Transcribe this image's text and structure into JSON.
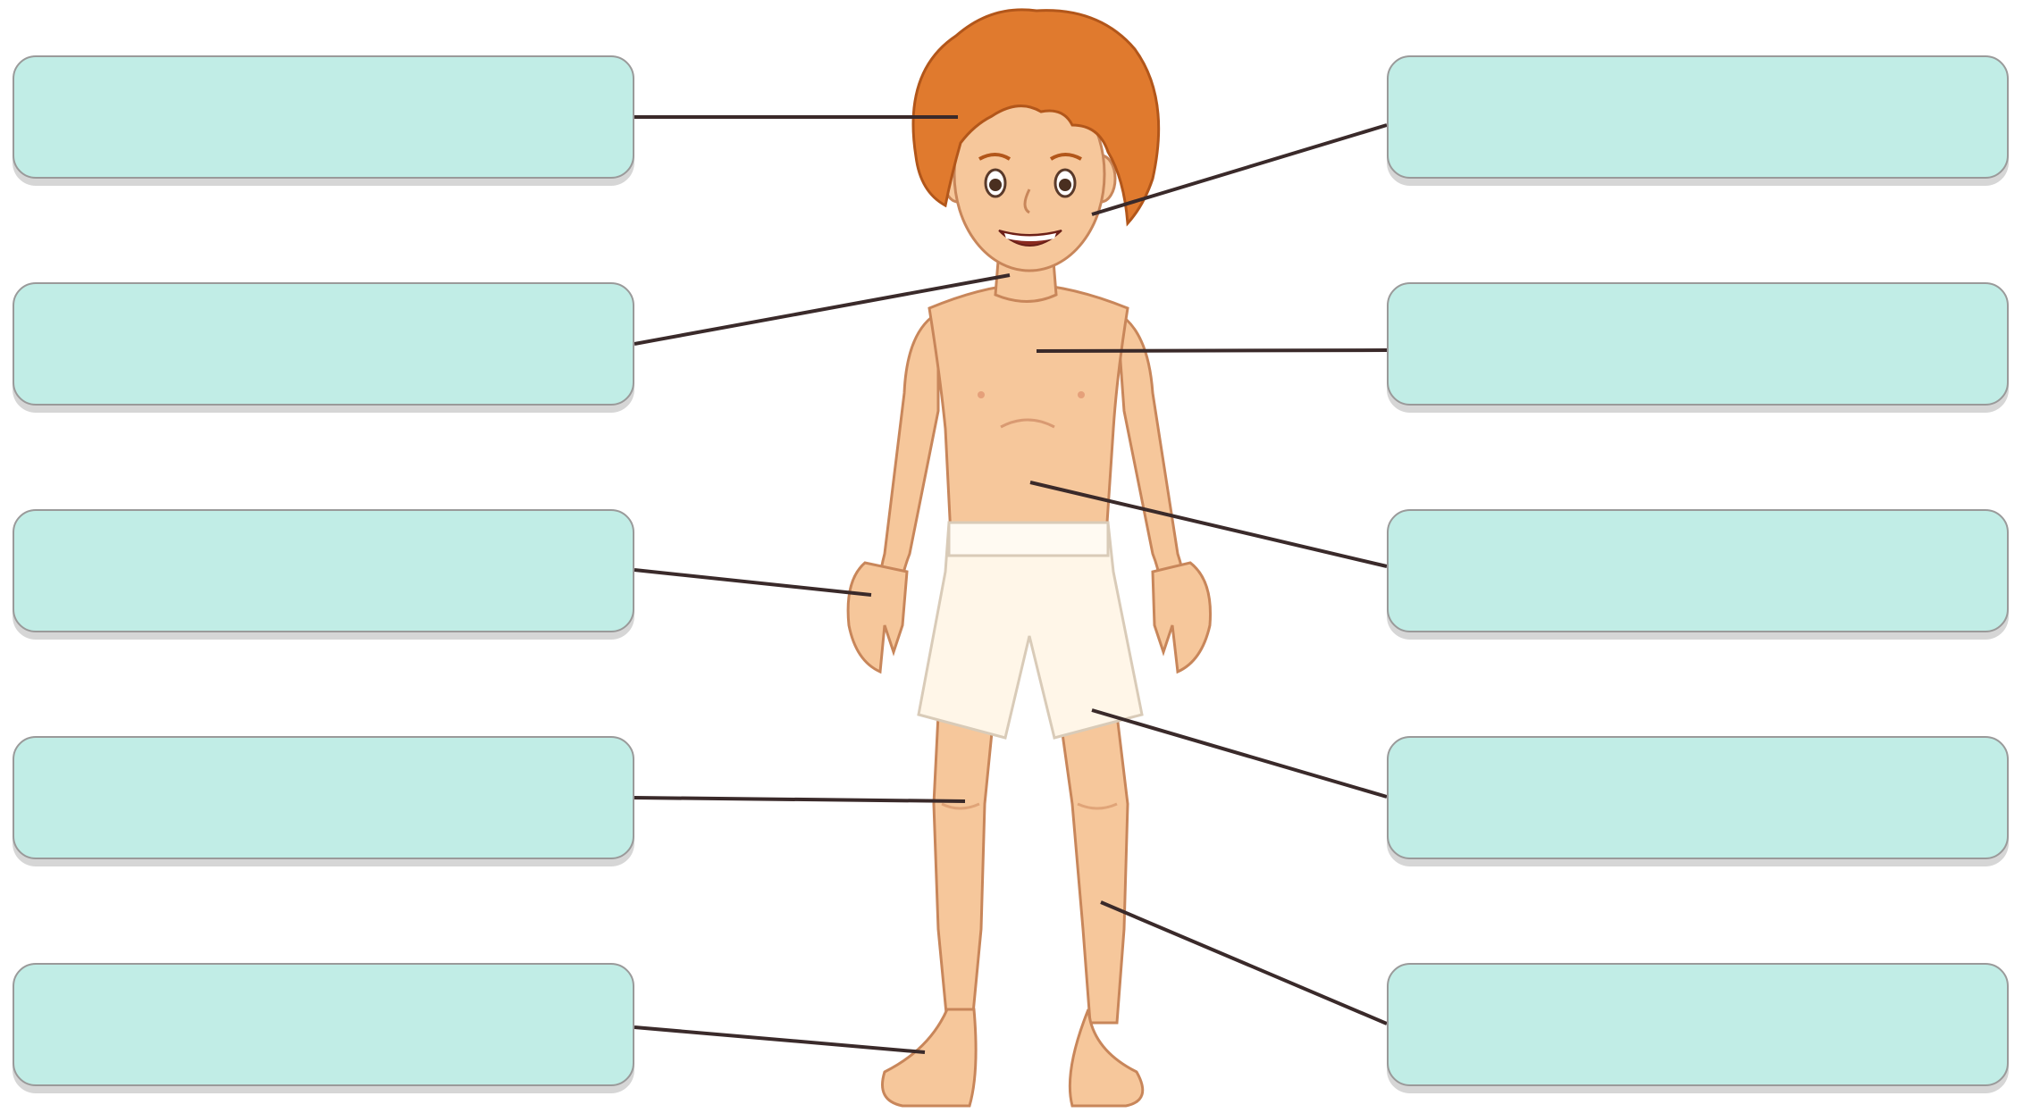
{
  "worksheet": {
    "label_boxes_left": [
      {
        "id": "left-1",
        "answer": ""
      },
      {
        "id": "left-2",
        "answer": ""
      },
      {
        "id": "left-3",
        "answer": ""
      },
      {
        "id": "left-4",
        "answer": ""
      },
      {
        "id": "left-5",
        "answer": ""
      }
    ],
    "label_boxes_right": [
      {
        "id": "right-1",
        "answer": ""
      },
      {
        "id": "right-2",
        "answer": ""
      },
      {
        "id": "right-3",
        "answer": ""
      },
      {
        "id": "right-4",
        "answer": ""
      },
      {
        "id": "right-5",
        "answer": ""
      }
    ]
  },
  "colors": {
    "box_fill": "#c1ede6",
    "box_border": "#9a9a9a",
    "leader_line": "#3a2a2a",
    "skin": "#f6c79b",
    "hair": "#e07a2e",
    "shorts": "#fff6e8"
  },
  "icons": {
    "figure": "boy-body-illustration"
  }
}
